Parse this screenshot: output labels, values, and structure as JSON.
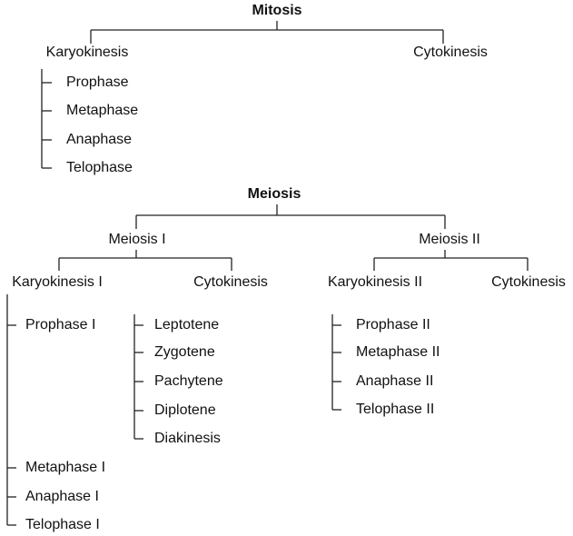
{
  "mitosis": {
    "title": "Mitosis",
    "karyokinesis": {
      "label": "Karyokinesis",
      "phases": [
        "Prophase",
        "Metaphase",
        "Anaphase",
        "Telophase"
      ]
    },
    "cytokinesis": {
      "label": "Cytokinesis"
    }
  },
  "meiosis": {
    "title": "Meiosis",
    "meiosis_1": {
      "label": "Meiosis I",
      "karyokinesis": {
        "label": "Karyokinesis I",
        "phases": [
          "Prophase I",
          "Metaphase I",
          "Anaphase I",
          "Telophase I"
        ]
      },
      "cytokinesis": {
        "label": "Cytokinesis",
        "substages": [
          "Leptotene",
          "Zygotene",
          "Pachytene",
          "Diplotene",
          "Diakinesis"
        ]
      }
    },
    "meiosis_2": {
      "label": "Meiosis II",
      "karyokinesis": {
        "label": "Karyokinesis II",
        "phases": [
          "Prophase II",
          "Metaphase II",
          "Anaphase II",
          "Telophase II"
        ]
      },
      "cytokinesis": {
        "label": "Cytokinesis"
      }
    }
  }
}
